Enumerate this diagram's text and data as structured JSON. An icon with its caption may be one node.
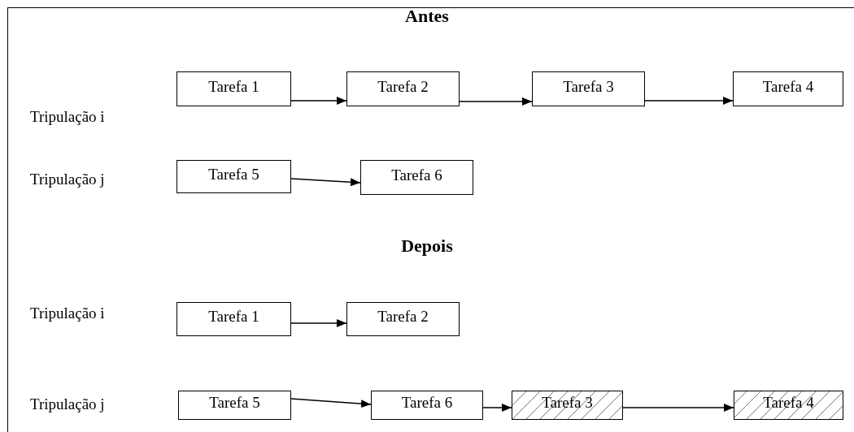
{
  "diagram": {
    "nodes": [
      {
        "text": [
          "Tarefa 1"
        ]
      },
      {
        "text": [
          "Tarefa 2"
        ]
      },
      {
        "text": [
          "Tarefa 3"
        ]
      },
      {
        "text": [
          "Tarefa 4"
        ]
      },
      {
        "text": [
          "Tarefa 5"
        ]
      },
      {
        "text": [
          "Tarefa 6"
        ]
      },
      {
        "text": [
          "Tarefa 1"
        ]
      },
      {
        "text": [
          "Tarefa 2"
        ]
      },
      {
        "text": [
          "Tarefa 5"
        ]
      },
      {
        "text": [
          "Tarefa 6"
        ]
      },
      {
        "text": [
          "Tarefa 3"
        ]
      },
      {
        "text": [
          "Tarefa 4"
        ]
      }
    ],
    "edges": [
      {
        "from": 0,
        "to": 1,
        "arrow": "to"
      },
      {
        "from": 1,
        "to": 2,
        "arrow": "to"
      },
      {
        "from": 2,
        "to": 3,
        "arrow": "to"
      },
      {
        "from": 4,
        "to": 5,
        "arrow": "to"
      },
      {
        "from": 6,
        "to": 7,
        "arrow": "to"
      },
      {
        "from": 8,
        "to": 9,
        "arrow": "to"
      },
      {
        "from": 9,
        "to": 10,
        "arrow": "to"
      },
      {
        "from": 10,
        "to": 11,
        "arrow": "to"
      }
    ],
    "labels": [
      "Antes",
      "Tripulação i",
      "Tripulação j",
      "Depois",
      "Tripulação i",
      "Tripulação j"
    ]
  }
}
